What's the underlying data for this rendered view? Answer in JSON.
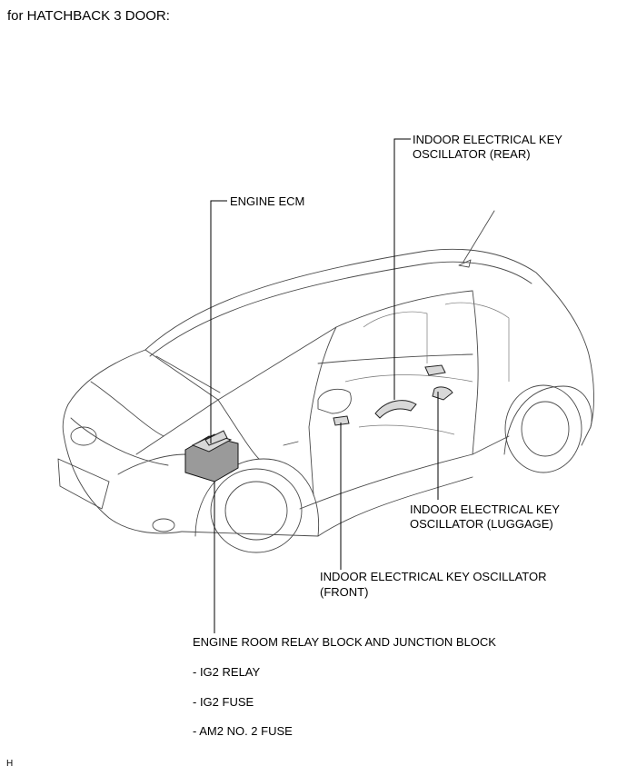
{
  "heading": "for HATCHBACK 3 DOOR:",
  "labels": {
    "osc_rear_1": "INDOOR ELECTRICAL KEY",
    "osc_rear_2": "OSCILLATOR (REAR)",
    "engine_ecm": "ENGINE ECM",
    "osc_luggage_1": "INDOOR ELECTRICAL KEY",
    "osc_luggage_2": "OSCILLATOR (LUGGAGE)",
    "osc_front_1": "INDOOR ELECTRICAL KEY OSCILLATOR",
    "osc_front_2": "(FRONT)",
    "relay_block": "ENGINE ROOM RELAY BLOCK AND JUNCTION BLOCK",
    "ig2_relay": "- IG2 RELAY",
    "ig2_fuse": "- IG2 FUSE",
    "am2_fuse": "- AM2 NO. 2 FUSE"
  },
  "corner_mark": "H"
}
